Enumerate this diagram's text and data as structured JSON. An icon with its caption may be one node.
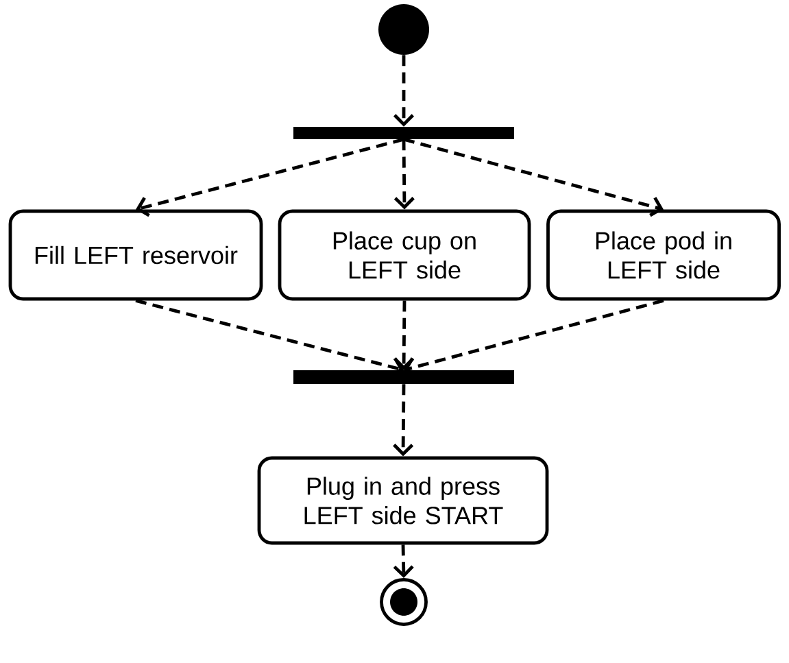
{
  "diagram": {
    "nodes": [
      {
        "text": [],
        "shape": "circle"
      },
      {
        "text": [],
        "shape": "bar"
      },
      {
        "text": [
          "Fill LEFT reservoir"
        ]
      },
      {
        "text": [
          "Place cup on LEFT side"
        ]
      },
      {
        "text": [
          "Place pod in LEFT side"
        ]
      },
      {
        "text": [],
        "shape": "bar"
      },
      {
        "text": [
          "Plug in and press LEFT side START"
        ]
      },
      {
        "text": [],
        "shape": "bullseye"
      }
    ],
    "edges": [
      {
        "from": 0,
        "to": 1,
        "arrow": "to",
        "style": "dashed"
      },
      {
        "from": 1,
        "to": 2,
        "arrow": "to",
        "style": "dashed"
      },
      {
        "from": 1,
        "to": 3,
        "arrow": "to",
        "style": "dashed"
      },
      {
        "from": 1,
        "to": 4,
        "arrow": "to",
        "style": "dashed"
      },
      {
        "from": 2,
        "to": 5,
        "arrow": "to",
        "style": "dashed"
      },
      {
        "from": 3,
        "to": 5,
        "arrow": "to",
        "style": "dashed"
      },
      {
        "from": 4,
        "to": 5,
        "arrow": "to",
        "style": "dashed"
      },
      {
        "from": 5,
        "to": 6,
        "arrow": "to",
        "style": "dashed"
      },
      {
        "from": 6,
        "to": 7,
        "arrow": "to",
        "style": "dashed"
      }
    ]
  }
}
